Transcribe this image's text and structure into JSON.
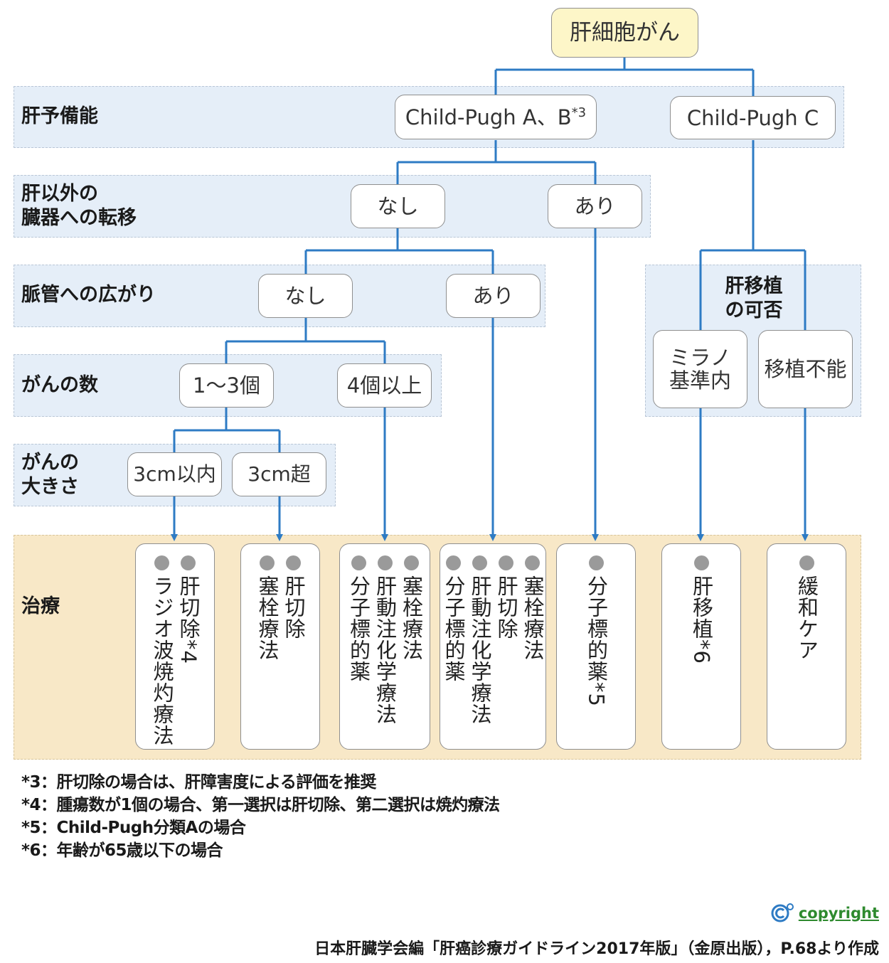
{
  "title": "肝細胞がん",
  "rows": [
    {
      "label": "肝予備能"
    },
    {
      "label": "肝以外の\n臓器への転移"
    },
    {
      "label": "脈管への広がり"
    },
    {
      "label": "がんの数"
    },
    {
      "label": "がんの\n大きさ"
    },
    {
      "label": "治療"
    }
  ],
  "nodes": {
    "child_ab": "Child-Pugh A、B",
    "child_ab_sup": "*3",
    "child_c": "Child-Pugh C",
    "meta_none": "なし",
    "meta_yes": "あり",
    "vasc_none": "なし",
    "vasc_yes": "あり",
    "count_1_3": "1〜3個",
    "count_4": "4個以上",
    "size_le3": "3cm以内",
    "size_gt3": "3cm超",
    "transplant_label": "肝移植\nの可否",
    "milan": "ミラノ\n基準内",
    "no_transplant": "移植不能"
  },
  "treatments": [
    {
      "items": [
        "肝切除*4",
        "ラジオ波焼灼療法"
      ]
    },
    {
      "items": [
        "肝切除",
        "塞栓療法"
      ]
    },
    {
      "items": [
        "塞栓療法",
        "肝動注化学療法",
        "分子標的薬"
      ]
    },
    {
      "items": [
        "塞栓療法",
        "肝切除",
        "肝動注化学療法",
        "分子標的薬"
      ]
    },
    {
      "items": [
        "分子標的薬*5"
      ]
    },
    {
      "items": [
        "肝移植*6"
      ]
    },
    {
      "items": [
        "緩和ケア"
      ]
    }
  ],
  "footnotes": [
    "*3：肝切除の場合は、肝障害度による評価を推奨",
    "*4：腫瘍数が1個の場合、第一選択は肝切除、第二選択は焼灼療法",
    "*5：Child-Pugh分類Aの場合",
    "*6：年齢が65歳以下の場合"
  ],
  "copyright": "copyright",
  "source": "日本肝臓学会編「肝癌診療ガイドライン2017年版」（金原出版），P.68より作成",
  "colors": {
    "line": "#2e7bc4",
    "band": "#e5eef8",
    "treatment_band": "#f8e8c7",
    "root": "#fdf6c8"
  }
}
